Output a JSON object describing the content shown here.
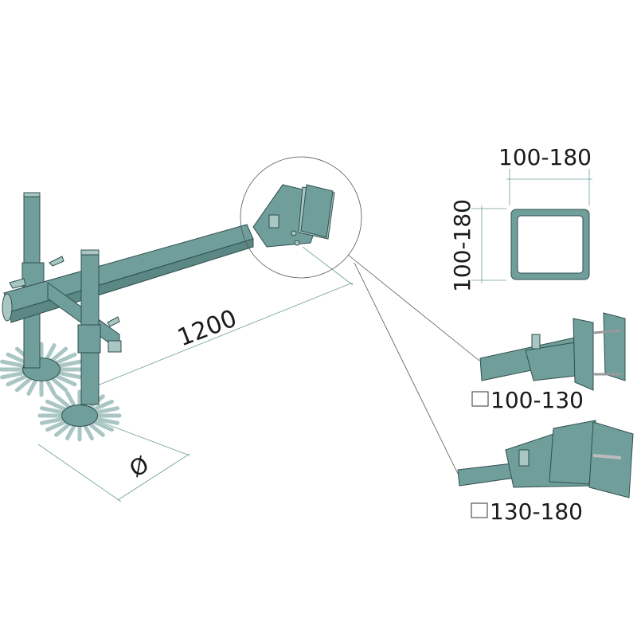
{
  "colors": {
    "metal": "#6f9e9b",
    "metal_light": "#a9c6c3",
    "outline": "#2f4f4d"
  },
  "dimensions": {
    "beam_length": "1200",
    "wheel_diameter": "Ø",
    "tube_width": "100-180",
    "tube_height": "100-180"
  },
  "variants": [
    {
      "label": "100-130"
    },
    {
      "label": "130-180"
    }
  ]
}
